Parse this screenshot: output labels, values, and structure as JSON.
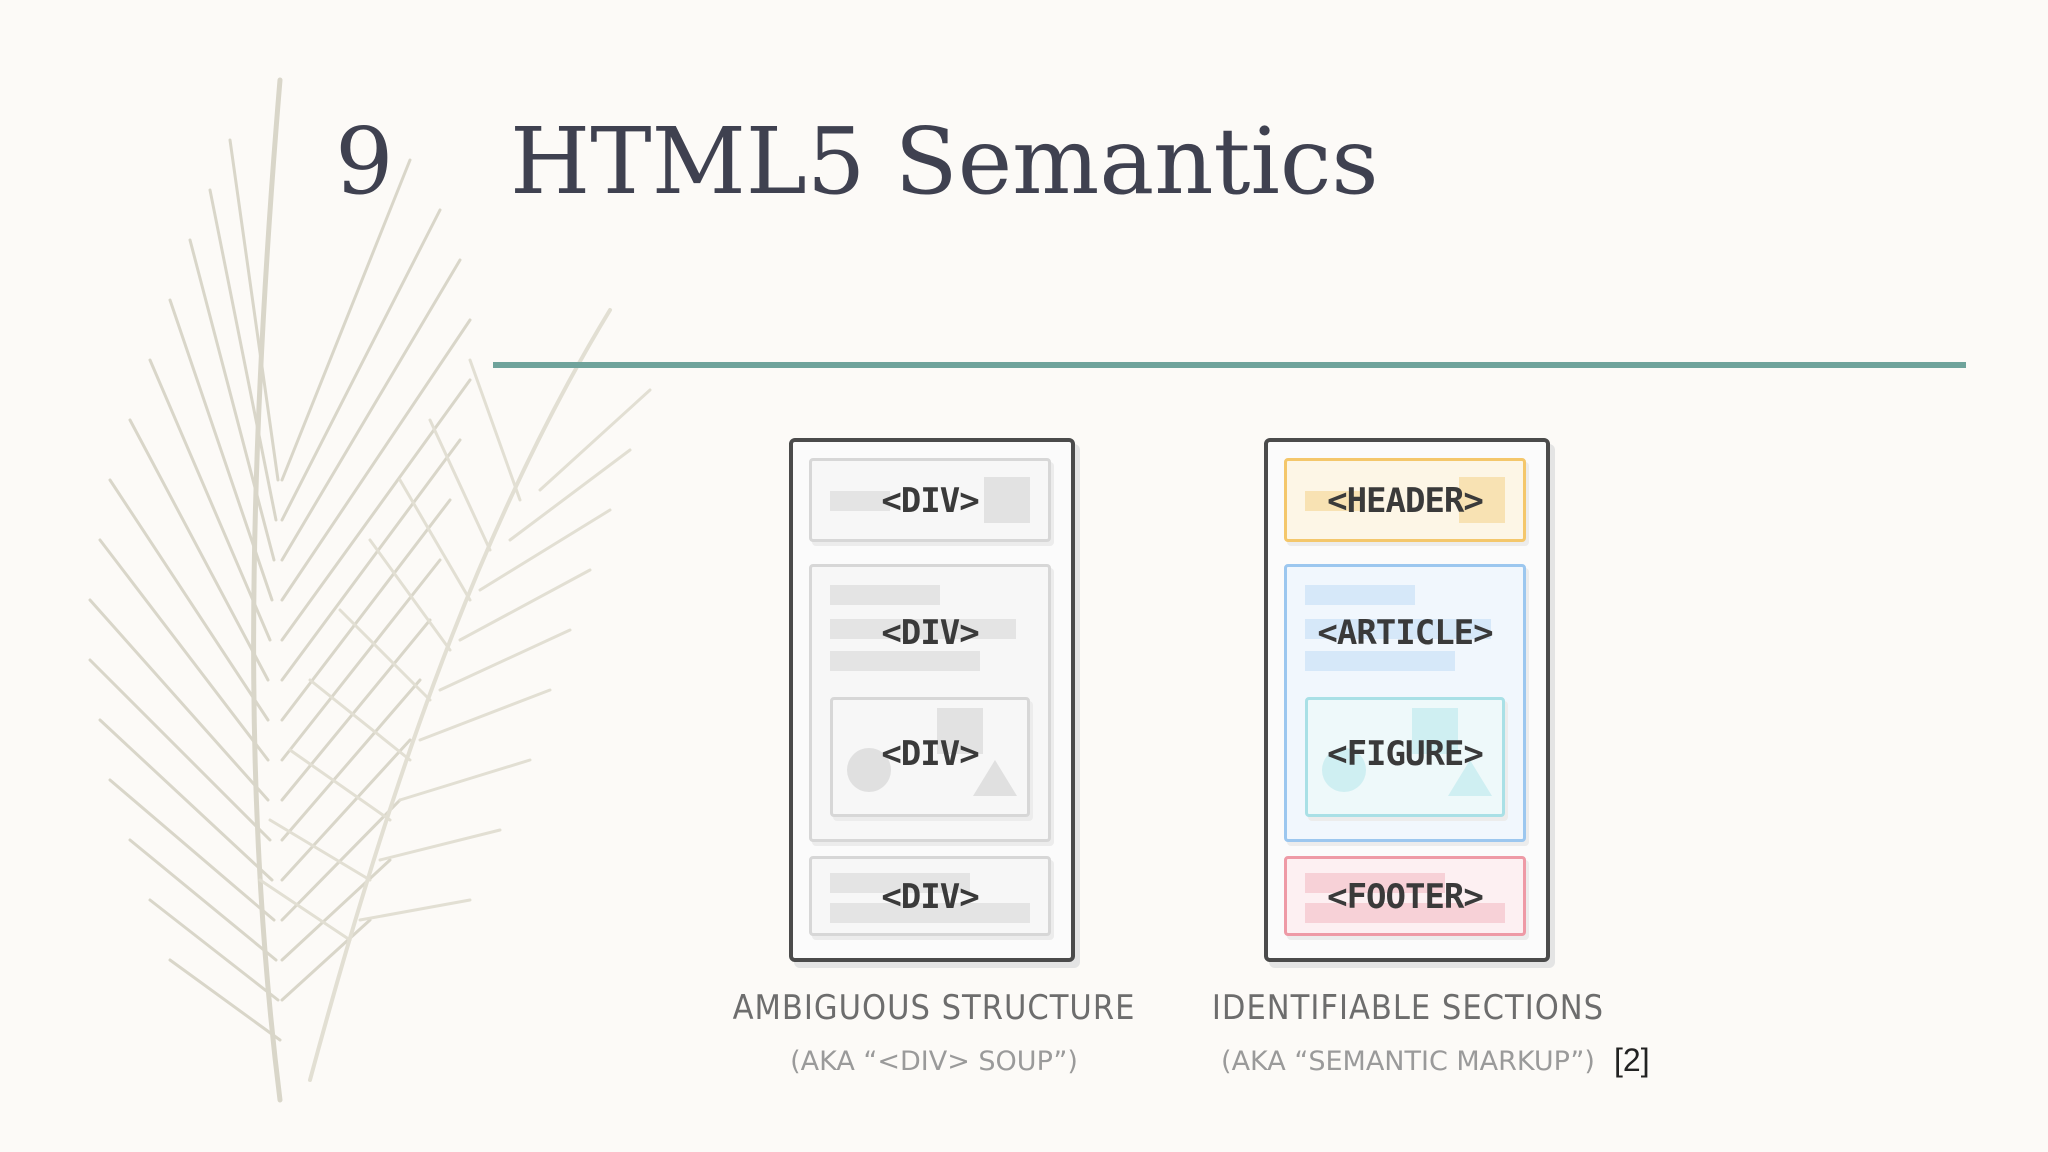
{
  "slide": {
    "number": "9",
    "title": "HTML5 Semantics",
    "reference": "[2]"
  },
  "left_panel": {
    "boxes": [
      "<DIV>",
      "<DIV>",
      "<DIV>",
      "<DIV>"
    ],
    "caption": "AMBIGUOUS STRUCTURE",
    "subcaption": "(AKA “<DIV> SOUP”)"
  },
  "right_panel": {
    "boxes": [
      "<HEADER>",
      "<ARTICLE>",
      "<FIGURE>",
      "<FOOTER>"
    ],
    "caption": "IDENTIFIABLE SECTIONS",
    "subcaption": "(AKA “SEMANTIC MARKUP”)"
  },
  "colors": {
    "title": "#3f4150",
    "rule": "#6fa39b",
    "header": "#f4c76b",
    "article": "#9cc7ef",
    "figure": "#a9e0e6",
    "footer": "#ee9aa6"
  }
}
